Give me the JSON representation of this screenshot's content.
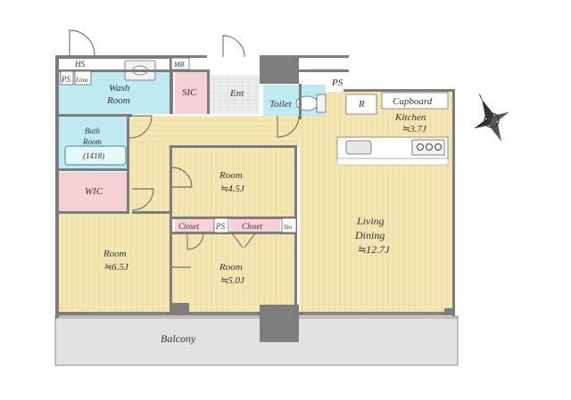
{
  "colors": {
    "wood": "#f4e7b4",
    "water": "#bfeaf2",
    "pink": "#f5d1d6",
    "wall": "#7d7d7d",
    "balcony": "#e1e1e1",
    "compass": "#333333"
  },
  "labels": {
    "hs": "HS",
    "ps1": "PS",
    "lime": "Lime",
    "mb": "MB",
    "wash_room_1": "Wash",
    "wash_room_2": "Room",
    "sic": "SIC",
    "ent": "Ent",
    "toilet": "Toilet",
    "ps2": "PS",
    "r": "R",
    "cupboard": "Cupboard",
    "kitchen": "Kitchen",
    "kitchen_size": "≒3.7J",
    "bath_1": "Bath",
    "bath_2": "Room",
    "bath_3": "(1418)",
    "wic": "WIC",
    "room1": "Room",
    "room1_size": "≒4.5J",
    "closet1": "Closet",
    "ps3": "PS",
    "closet2": "Closet",
    "sto": "Sto",
    "room2": "Room",
    "room2_size": "≒6.5J",
    "room3": "Room",
    "room3_size": "≒5.0J",
    "living_1": "Living",
    "living_2": "Dining",
    "living_size": "≒12.7J",
    "balcony": "Balcony"
  }
}
